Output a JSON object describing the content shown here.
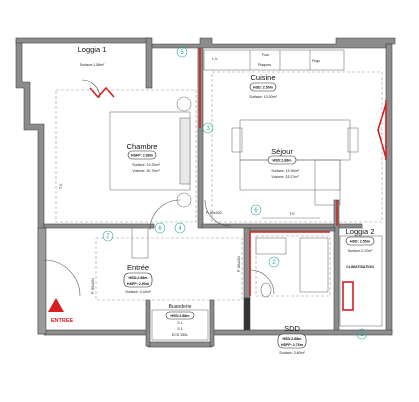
{
  "rooms": {
    "loggia1": {
      "name": "Loggia 1",
      "surface": "Surface:1.58m²"
    },
    "cuisine": {
      "name": "Cuisine",
      "hsd": "HSD: 2.50m",
      "surface": "Surface: 13.00m²"
    },
    "chambre": {
      "name": "Chambre",
      "hsfp": "HSFP: 2.88m",
      "surface": "Surface: 10.30m²",
      "volume": "Volume: 30.70m³"
    },
    "sejour": {
      "name": "Séjour",
      "hsd": "HSD:2.88m",
      "surface": "Surface: 15.90m²",
      "volume": "Volume: 33.27m³"
    },
    "loggia2": {
      "name": "Loggia 2",
      "hsd": "HSD: 2.50m",
      "surface": "Surface:2.22m²",
      "note": "CLIMATISATION"
    },
    "entree": {
      "name": "Entrée",
      "hsd": "HSD:2.88m",
      "hsfp": "HSFP: 2.50m",
      "surface": "Surface: 3.40m²"
    },
    "buanderie": {
      "name": "Buanderie",
      "hsd": "HSD:2.88m",
      "lines": [
        "S.L",
        "S.L",
        "ECS 150L"
      ]
    },
    "sdd": {
      "name": "SDD",
      "hsd": "HSD:2.88m",
      "hsfp": "HSFP: 2.76m",
      "surface": "Surface: 3.80m²"
    }
  },
  "labels": {
    "tv_left": "T.V.",
    "tv_right": "T.V.",
    "kitchen_top": [
      "L.V.",
      "Four",
      "Plaques",
      "Frigo"
    ],
    "door_main": "P. 80x202",
    "door_entree": "P. 80x204",
    "door_sdd": "P. 80x204",
    "entree_arrow": "ENTREE"
  },
  "markers": [
    "1",
    "2",
    "3",
    "4",
    "5",
    "6",
    "7"
  ],
  "colors": {
    "wall": "#8c8c8c",
    "wall_dark": "#333333",
    "red": "#d42020",
    "teal": "#2aa89a",
    "dash": "#9a9a9a"
  }
}
